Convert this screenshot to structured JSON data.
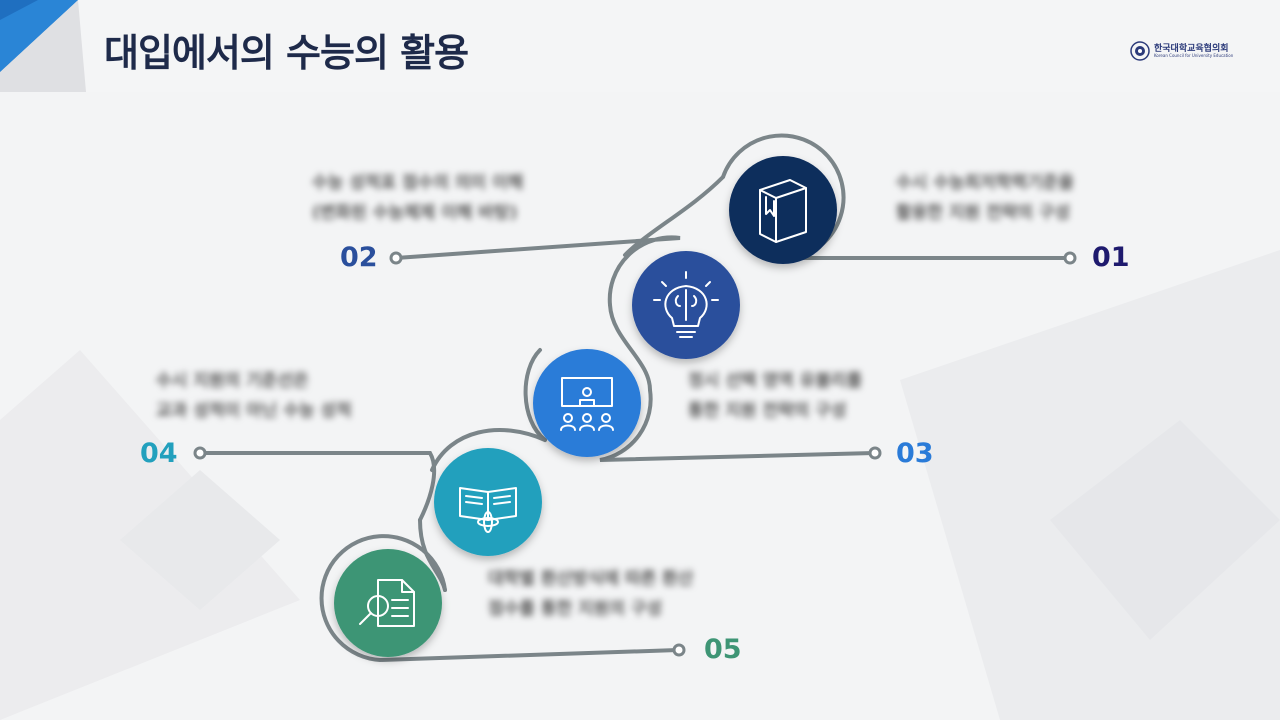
{
  "header": {
    "title": "대입에서의 수능의 활용",
    "logo": {
      "name": "한국대학교육협의회",
      "subtitle": "Korean Council for University Education"
    }
  },
  "steps": [
    {
      "number": "01",
      "color": "#1e1a6e",
      "circle_color": "#0f2d5c",
      "icon": "book-icon",
      "lines": [
        "수시 수능최저학력기준을",
        "활용한 지원 전략의 구성"
      ]
    },
    {
      "number": "02",
      "color": "#2a4f9c",
      "circle_color": "#2a4f9c",
      "icon": "brain-lightbulb-icon",
      "lines": [
        "수능 성적표 점수의 의미 이해",
        "(변화된 수능체제 이해 바탕)"
      ]
    },
    {
      "number": "03",
      "color": "#2a7bd8",
      "circle_color": "#2a7bd8",
      "icon": "classroom-presentation-icon",
      "lines": [
        "정시 선택 영역 유불리를",
        "통한 지원 전략의 구성"
      ]
    },
    {
      "number": "04",
      "color": "#22a0bd",
      "circle_color": "#22a0bd",
      "icon": "open-book-atom-icon",
      "lines": [
        "수시 지원의 기준선은",
        "교과 성적이 아닌 수능 성적"
      ]
    },
    {
      "number": "05",
      "color": "#3e9575",
      "circle_color": "#3e9575",
      "icon": "document-search-icon",
      "lines": [
        "대학별 환산방식에 따른 환산",
        "점수를 통한 지원의 구성"
      ]
    }
  ]
}
